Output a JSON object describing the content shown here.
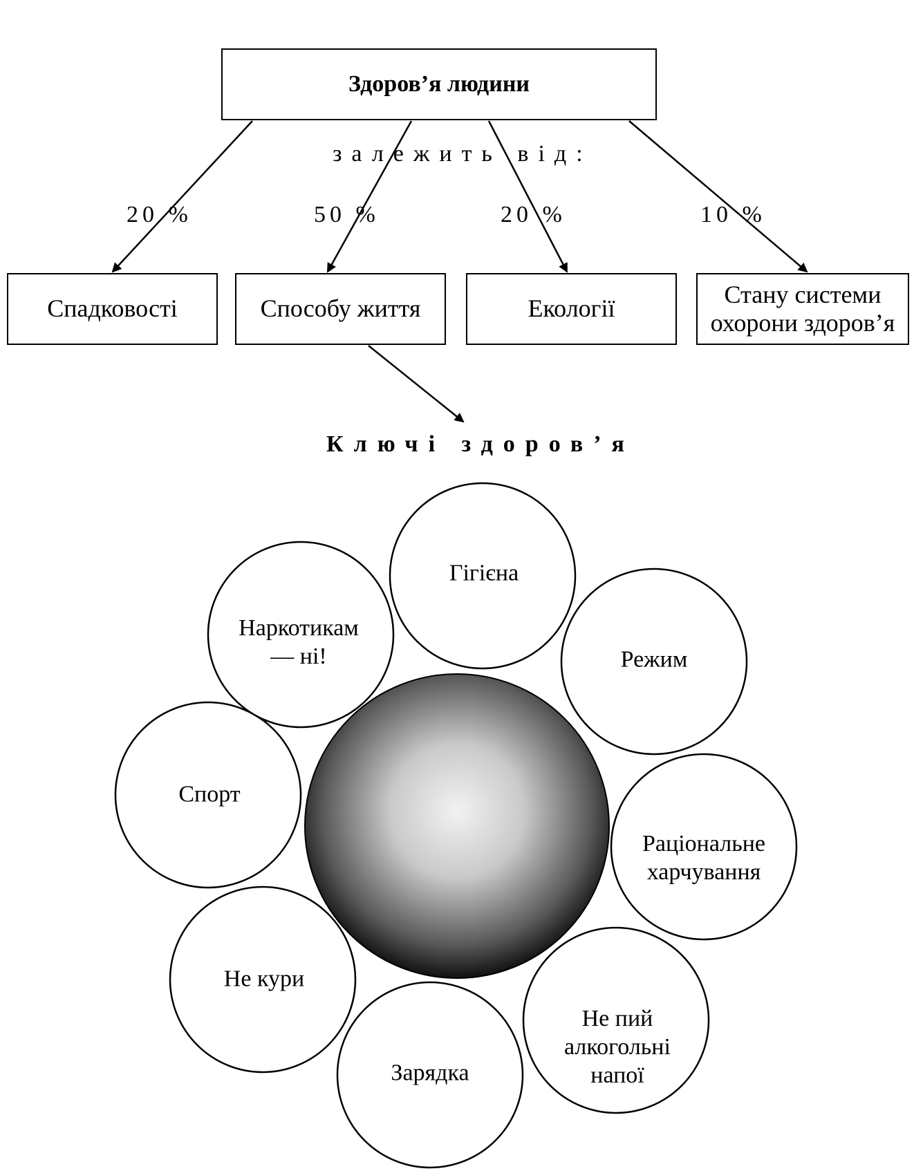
{
  "top": {
    "title": "Здоров’я людини",
    "depends_label": "залежить від:"
  },
  "factors": [
    {
      "label": "Спадковості",
      "percent": "20 %"
    },
    {
      "label": "Способу життя",
      "percent": "50 %"
    },
    {
      "label": "Екології",
      "percent": "20 %"
    },
    {
      "label": "Стану системи охорони здоров’я",
      "percent": "10 %"
    }
  ],
  "keys": {
    "title": "Ключі здоров’я",
    "items": [
      "Гігієна",
      "Режим",
      "Раціональне харчування",
      "Не пий алкогольні напої",
      "Зарядка",
      "Не кури",
      "Спорт",
      "Наркотикам — ні!"
    ]
  }
}
